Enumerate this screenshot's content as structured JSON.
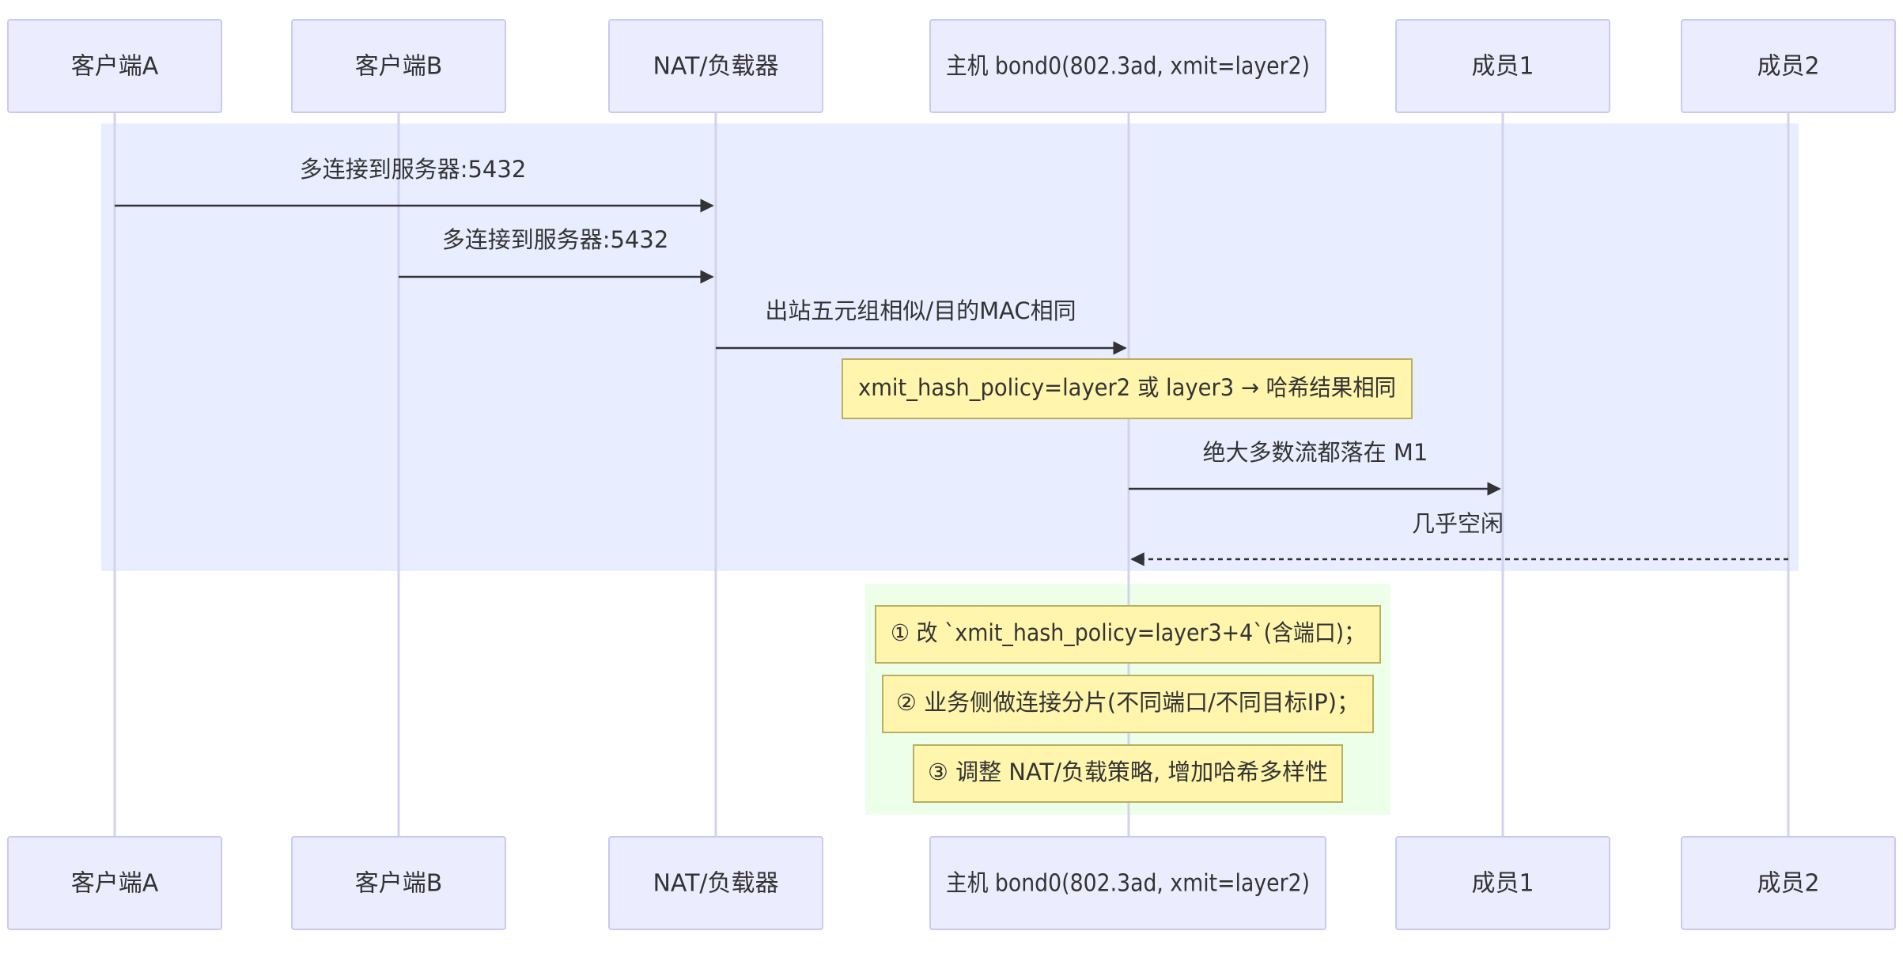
{
  "participants": [
    {
      "id": "A",
      "label": "客户端A"
    },
    {
      "id": "B",
      "label": "客户端B"
    },
    {
      "id": "N",
      "label": "NAT/负载器"
    },
    {
      "id": "H",
      "label": "主机 bond0(802.3ad, xmit=layer2)"
    },
    {
      "id": "M1",
      "label": "成员1"
    },
    {
      "id": "M2",
      "label": "成员2"
    }
  ],
  "messages": [
    {
      "from": "A",
      "to": "N",
      "text": "多连接到服务器:5432",
      "style": "solid"
    },
    {
      "from": "B",
      "to": "N",
      "text": "多连接到服务器:5432",
      "style": "solid"
    },
    {
      "from": "N",
      "to": "H",
      "text": "出站五元组相似/目的MAC相同",
      "style": "solid"
    },
    {
      "from": "H",
      "to": "M1",
      "text": "绝大多数流都落在 M1",
      "style": "solid"
    },
    {
      "from": "M2",
      "to": "H",
      "text": "几乎空闲",
      "style": "dashed"
    }
  ],
  "notes": [
    {
      "over": "H",
      "text": "xmit_hash_policy=layer2 或 layer3 → 哈希结果相同"
    },
    {
      "over": "H",
      "text": "① 改 `xmit_hash_policy=layer3+4`(含端口)；"
    },
    {
      "over": "H",
      "text": "② 业务侧做连接分片(不同端口/不同目标IP)；"
    },
    {
      "over": "H",
      "text": "③ 调整 NAT/负载策略, 增加哈希多样性"
    }
  ],
  "colors": {
    "actor_fill": "#ECECFF",
    "actor_stroke": "#C9C9F2",
    "lifeline": "#D2D2EE",
    "problem_region": "#E8EEFF",
    "fix_region": "#EDFFE9",
    "note_fill": "#FFF5AD",
    "note_stroke": "#B8B060",
    "arrow": "#333333"
  }
}
